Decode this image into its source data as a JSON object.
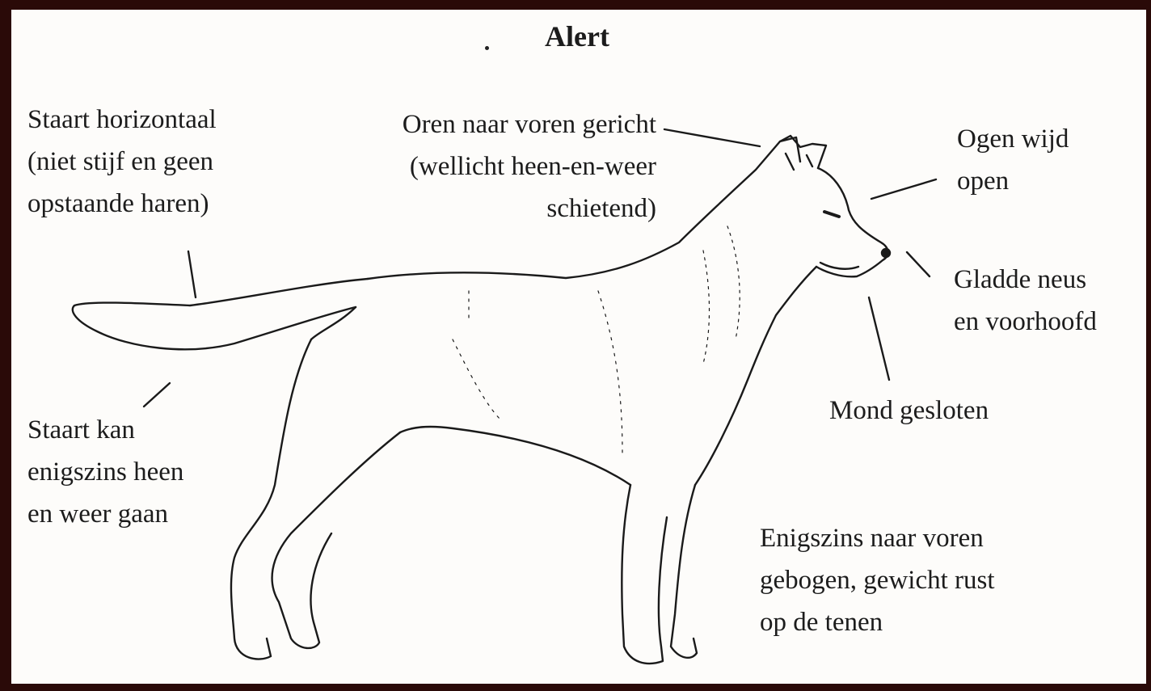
{
  "diagram": {
    "title": "Alert",
    "labels": {
      "tail_horizontal": [
        "Staart horizontaal",
        "(niet stijf en geen",
        "opstaande haren)"
      ],
      "ears": [
        "Oren naar voren gericht",
        "(wellicht heen-en-weer",
        "schietend)"
      ],
      "eyes": [
        "Ogen wijd",
        "open"
      ],
      "nose": [
        "Gladde neus",
        "en voorhoofd"
      ],
      "mouth": [
        "Mond gesloten"
      ],
      "tail_wag": [
        "Staart kan",
        "enigszins heen",
        "en weer gaan"
      ],
      "stance": [
        "Enigszins naar voren",
        "gebogen, gewicht rust",
        "op de tenen"
      ]
    }
  }
}
